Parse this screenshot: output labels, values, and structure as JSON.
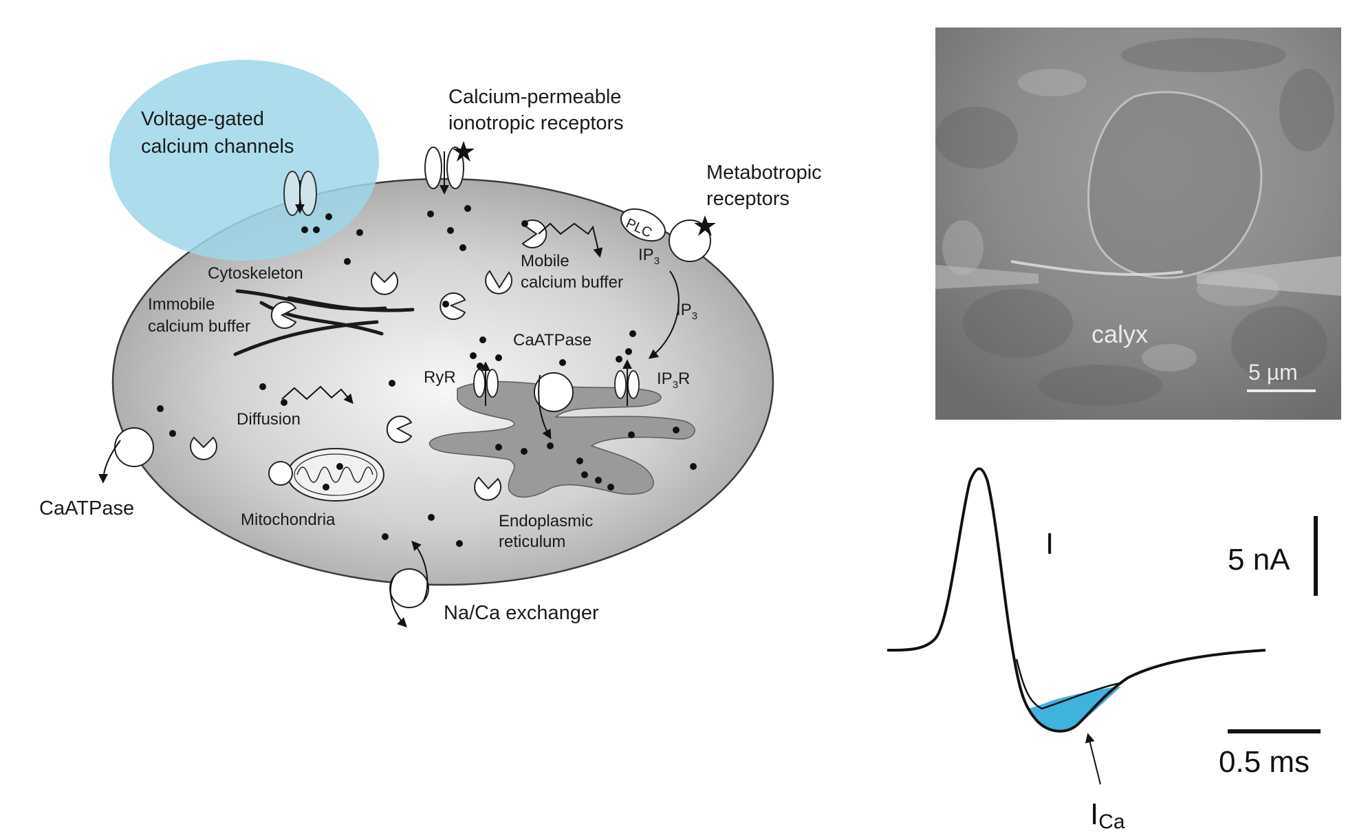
{
  "colors": {
    "highlight": "#9fd7ea",
    "cell_fill_center": "#f5f5f5",
    "cell_fill_edge": "#a7a7a7",
    "er_fill": "#9a9a9a",
    "ica_fill": "#3fb2dd"
  },
  "cell_diagram": {
    "labels": {
      "vgcc_line1": "Voltage-gated",
      "vgcc_line2": "calcium channels",
      "iono_line1": "Calcium-permeable",
      "iono_line2": "ionotropic receptors",
      "metabo_line1": "Metabotropic",
      "metabo_line2": "receptors",
      "plc": "PLC",
      "ip3_main": "IP",
      "ip3_sub": "3",
      "mobile_line1": "Mobile",
      "mobile_line2": "calcium buffer",
      "cytoskeleton": "Cytoskeleton",
      "immobile_line1": "Immobile",
      "immobile_line2": "calcium buffer",
      "caatpase_inner": "CaATPase",
      "ryr": "RyR",
      "ip3r_pre": "IP",
      "ip3r_sub": "3",
      "ip3r_post": "R",
      "diffusion": "Diffusion",
      "caatpase_outer": "CaATPase",
      "mitochondria": "Mitochondria",
      "er_line1": "Endoplasmic",
      "er_line2": "reticulum",
      "exchanger": "Na/Ca exchanger"
    }
  },
  "micrograph": {
    "label": "calyx",
    "scale_bar": "5 µm"
  },
  "trace": {
    "current_label": "I",
    "ica_main": "I",
    "ica_sub": "Ca",
    "amp_scale": "5 nA",
    "time_scale": "0.5 ms"
  }
}
